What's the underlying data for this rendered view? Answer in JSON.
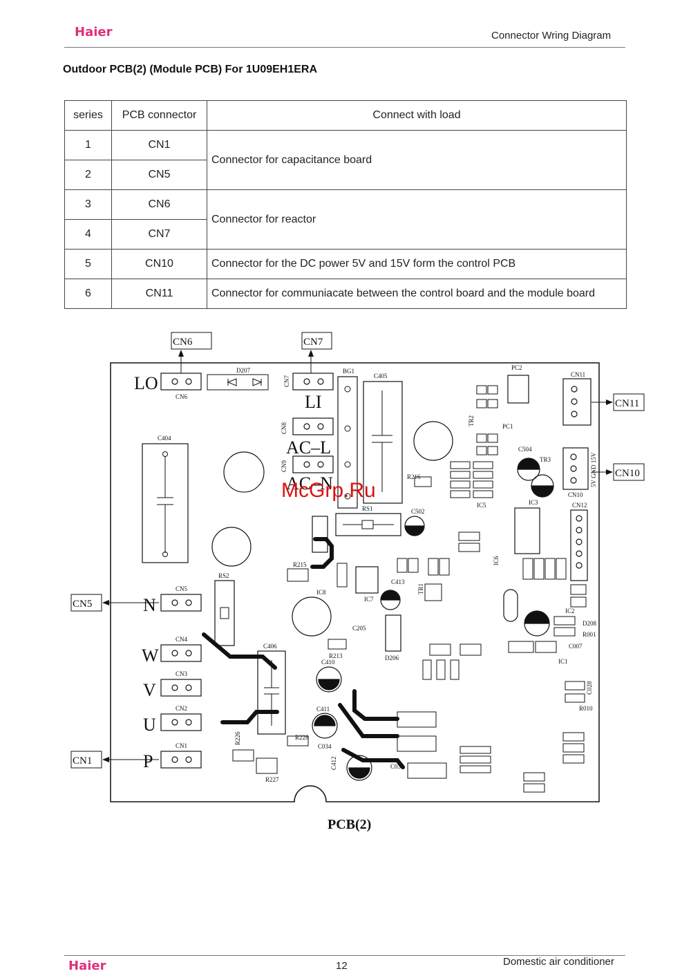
{
  "header": {
    "brand": "Haier",
    "doc_title": "Connector Wring Diagram"
  },
  "section_title": "Outdoor PCB(2) (Module PCB) For 1U09EH1ERA",
  "table": {
    "headers": [
      "series",
      "PCB connector",
      "Connect with load"
    ],
    "rows": [
      {
        "series": "1",
        "connector": "CN1"
      },
      {
        "series": "2",
        "connector": "CN5"
      },
      {
        "series": "3",
        "connector": "CN6"
      },
      {
        "series": "4",
        "connector": "CN7"
      },
      {
        "series": "5",
        "connector": "CN10"
      },
      {
        "series": "6",
        "connector": "CN11"
      }
    ],
    "loads": [
      "Connector for capacitance board",
      "Connector for reactor",
      "Connector for  the DC power 5V and 15V form the control PCB",
      "Connector for  communiacate between the control board and the module board"
    ]
  },
  "diagram": {
    "callouts": {
      "cn6": "CN6",
      "cn7": "CN7",
      "cn11": "CN11",
      "cn10": "CN10",
      "cn5": "CN5",
      "cn1": "CN1"
    },
    "terminals": {
      "lo": "LO",
      "li": "LI",
      "acl": "AC–L",
      "acn": "AC–N",
      "n": "N",
      "w": "W",
      "v": "V",
      "u": "U",
      "p": "P"
    },
    "components": {
      "d207": "D207",
      "bg1": "BG1",
      "c405": "C405",
      "c404": "C404",
      "rs1": "RS1",
      "rs2": "RS2",
      "c406": "C406",
      "c410": "C410",
      "c411": "C411",
      "c412": "C412",
      "c413": "C413",
      "c502": "C502",
      "c504": "C504",
      "pc1": "PC1",
      "pc2": "PC2",
      "ic1": "IC1",
      "ic2": "IC2",
      "ic3": "IC3",
      "ic5": "IC5",
      "ic6": "IC6",
      "ic7": "IC7",
      "ic8": "IC8",
      "cn12": "CN12",
      "cn2": "CN2",
      "cn3": "CN3",
      "cn4": "CN4",
      "cn8": "CN8",
      "cn9": "CN9",
      "r215": "R215",
      "r216": "R216",
      "r213": "R213",
      "r226": "R226",
      "r227": "R227",
      "r228": "R228",
      "r010": "R010",
      "r001": "R001",
      "d206": "D206",
      "d208": "D208",
      "c205": "C205",
      "c007": "C007",
      "c028": "C028",
      "c034": "C034",
      "c036": "C036",
      "tr1": "TR1",
      "tr2": "TR2",
      "tr3": "TR3",
      "cn10_pins": "5V  GND  15V"
    },
    "caption": "PCB(2)"
  },
  "watermark": "McGrp.Ru",
  "footer": {
    "brand": "Haier",
    "page_number": "12",
    "doc_type": "Domestic air conditioner"
  },
  "colors": {
    "brand": "#e0307a",
    "watermark": "#dd1111"
  }
}
